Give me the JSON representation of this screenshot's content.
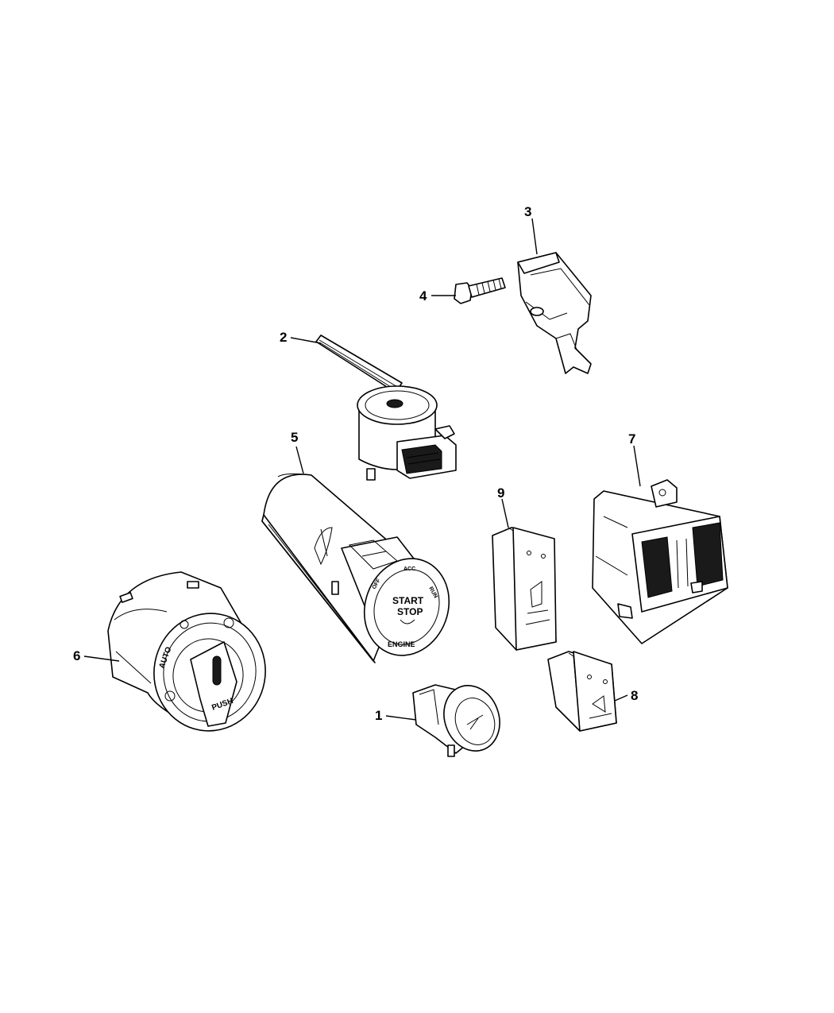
{
  "callouts": [
    "1",
    "2",
    "3",
    "4",
    "5",
    "6",
    "7",
    "8",
    "9"
  ],
  "labels": {
    "engine_start": {
      "line1": "START",
      "line2": "STOP",
      "ring_bottom": "ENGINE",
      "ring_left": "OFF",
      "ring_top": "ACC",
      "ring_right": "RUN"
    },
    "headlamp": {
      "auto": "AUTO",
      "push": "PUSH"
    }
  }
}
